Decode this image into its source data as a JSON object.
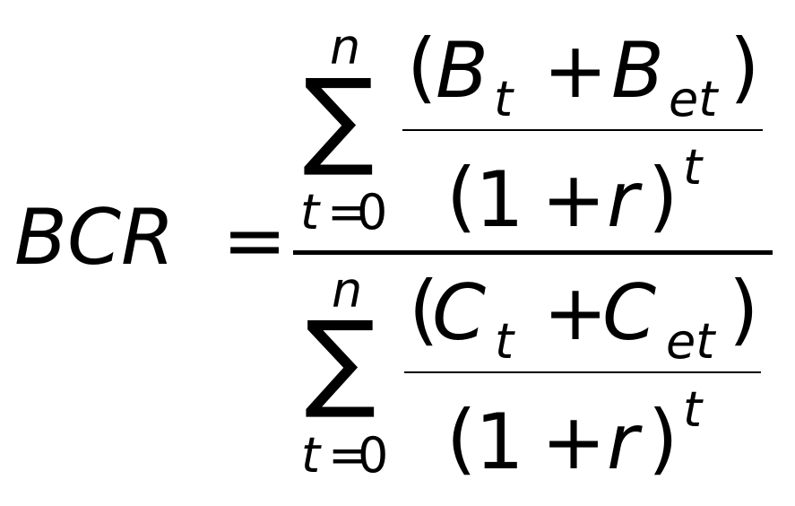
{
  "formula": {
    "lhs": "BCR",
    "equals": "=",
    "numerator": {
      "sum_symbol": "∑",
      "upper_limit": "n",
      "lower_limit_var": "t",
      "lower_limit_eq": "=",
      "lower_limit_val": "0",
      "top_open": "(",
      "top_a": "B",
      "top_a_sub": "t",
      "plus": "+",
      "top_b": "B",
      "top_b_sub": "et",
      "top_close": ")",
      "bottom_open": "(",
      "bottom_one": "1",
      "bottom_plus": "+",
      "bottom_r": "r",
      "bottom_close": ")",
      "bottom_exp": "t"
    },
    "denominator": {
      "sum_symbol": "∑",
      "upper_limit": "n",
      "lower_limit_var": "t",
      "lower_limit_eq": "=",
      "lower_limit_val": "0",
      "top_open": "(",
      "top_a": "C",
      "top_a_sub": "t",
      "plus": "+",
      "top_b": "C",
      "top_b_sub": "et",
      "top_close": ")",
      "bottom_open": "(",
      "bottom_one": "1",
      "bottom_plus": "+",
      "bottom_r": "r",
      "bottom_close": ")",
      "bottom_exp": "t"
    }
  }
}
